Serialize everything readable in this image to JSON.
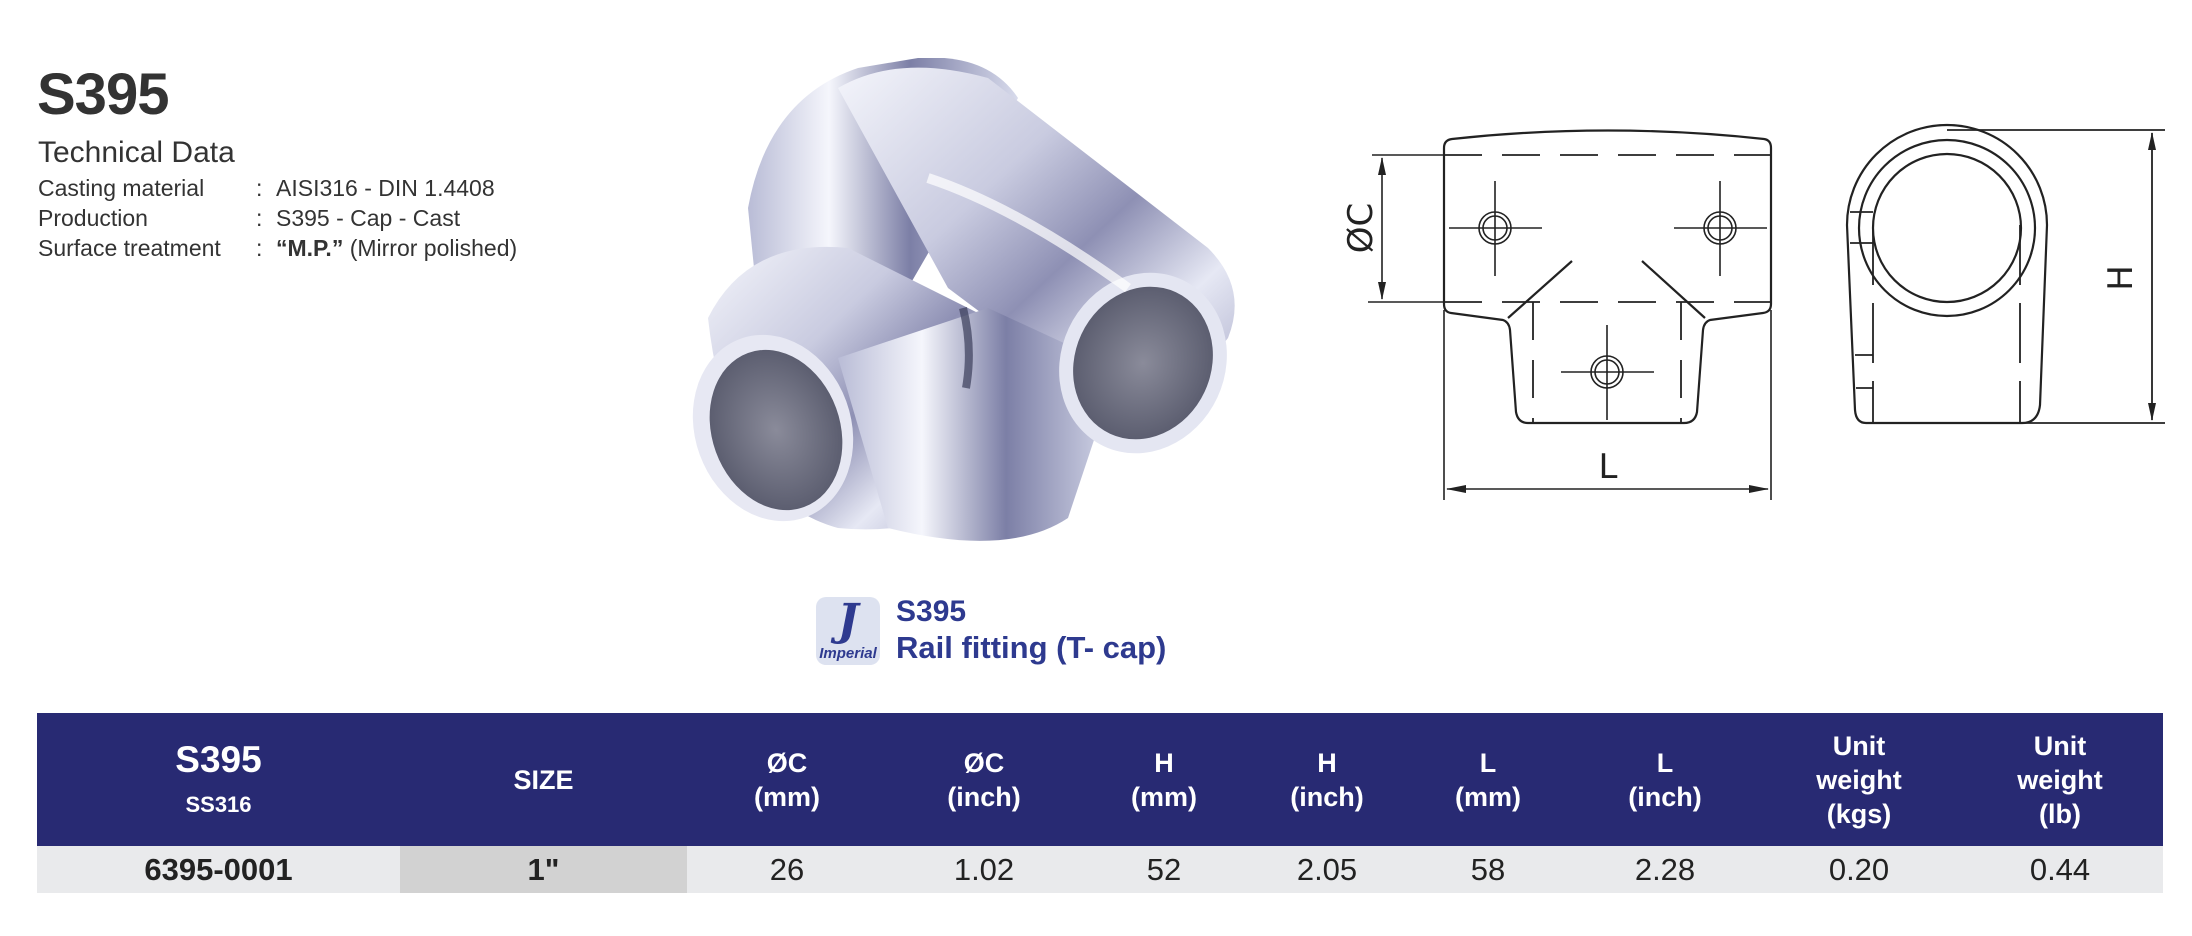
{
  "header": {
    "model": "S395",
    "subtitle": "Technical Data",
    "specs": [
      {
        "label": "Casting material",
        "colon": ":",
        "value": "AISI316 - DIN 1.4408"
      },
      {
        "label": "Production",
        "colon": ":",
        "value": "S395 - Cap - Cast"
      },
      {
        "label": "Surface treatment",
        "colon": ":",
        "value_bold": "“M.P.”",
        "value": " (Mirror polished)"
      }
    ]
  },
  "drawing": {
    "dimension_labels": {
      "diameter": "ØC",
      "height": "H",
      "length": "L"
    }
  },
  "caption": {
    "logo_glyph": "J",
    "logo_brand": "Imperial",
    "code": "S395",
    "name": "Rail fitting (T- cap)"
  },
  "table": {
    "headers": [
      {
        "main": "S395",
        "sub": "SS316"
      },
      {
        "line1": "SIZE",
        "line2": ""
      },
      {
        "line1": "ØC",
        "line2": "(mm)"
      },
      {
        "line1": "ØC",
        "line2": "(inch)"
      },
      {
        "line1": "H",
        "line2": "(mm)"
      },
      {
        "line1": "H",
        "line2": "(inch)"
      },
      {
        "line1": "L",
        "line2": "(mm)"
      },
      {
        "line1": "L",
        "line2": "(inch)"
      },
      {
        "line1": "Unit",
        "line2": "weight",
        "line3": "(kgs)"
      },
      {
        "line1": "Unit",
        "line2": "weight",
        "line3": "(lb)"
      }
    ],
    "rows": [
      [
        "6395-0001",
        "1\"",
        "26",
        "1.02",
        "52",
        "2.05",
        "58",
        "2.28",
        "0.20",
        "0.44"
      ]
    ]
  },
  "colors": {
    "header_bg": "#282a73",
    "brand_blue": "#2e3a8f",
    "row_bg": "#e9eaec",
    "size_cell_bg": "#d2d2d2"
  }
}
